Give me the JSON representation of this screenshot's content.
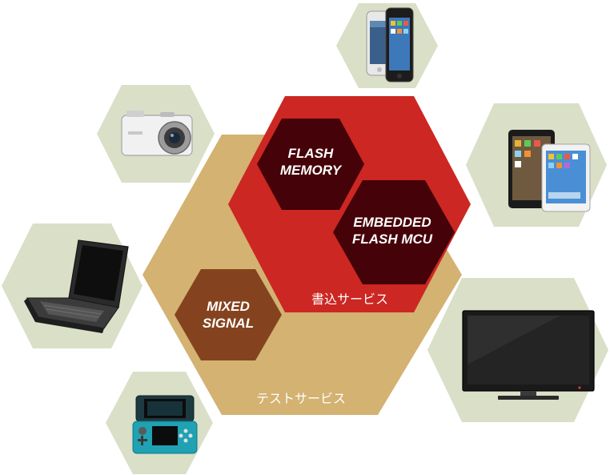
{
  "diagram": {
    "hexes": {
      "flash_memory": {
        "line1": "FLASH",
        "line2": "MEMORY"
      },
      "embedded_flash_mcu": {
        "line1": "EMBEDDED",
        "line2": "FLASH MCU"
      },
      "mixed_signal": {
        "line1": "MIXED",
        "line2": "SIGNAL"
      }
    },
    "services": {
      "writing": "書込サービス",
      "test": "テストサービス"
    },
    "devices": [
      {
        "icon": "smartphone-icon"
      },
      {
        "icon": "camera-icon"
      },
      {
        "icon": "tablet-icon"
      },
      {
        "icon": "laptop-icon"
      },
      {
        "icon": "television-icon"
      },
      {
        "icon": "handheld-game-console-icon"
      }
    ],
    "colors": {
      "device_hex": "#dadfc8",
      "test_hex": "#d3b272",
      "writing_hex": "#cc2722",
      "dark_hex": "#450209",
      "mixed_hex": "#84431e"
    }
  }
}
